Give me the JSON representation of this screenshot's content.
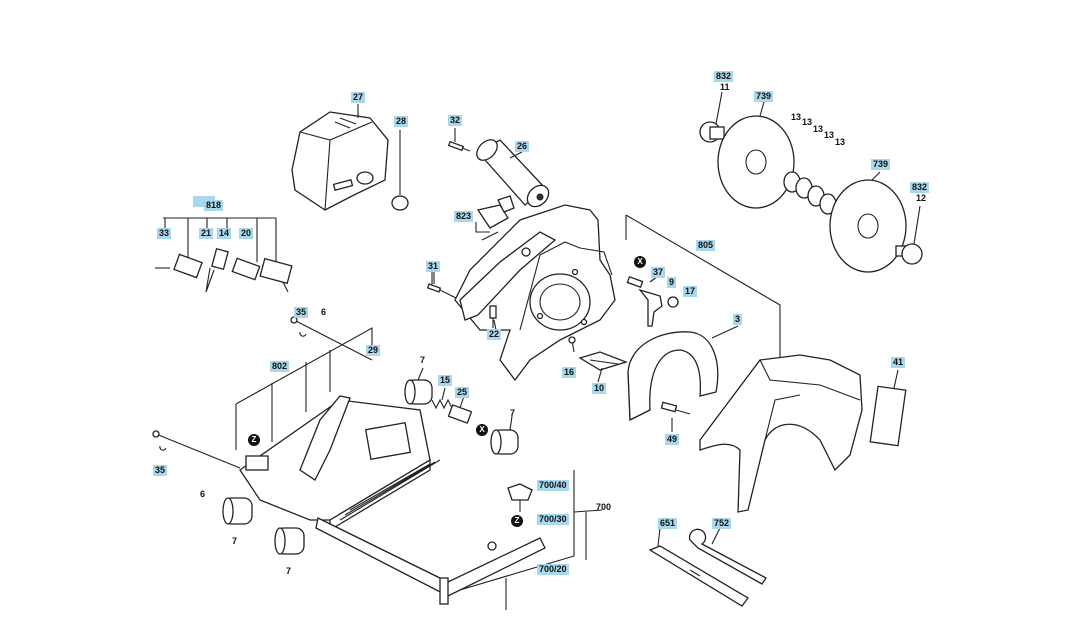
{
  "diagram": {
    "labels": {
      "l27": "27",
      "l28": "28",
      "l32": "32",
      "l26": "26",
      "l818": "818",
      "l33": "33",
      "l21": "21",
      "l14": "14",
      "l20": "20",
      "l823": "823",
      "l31": "31",
      "l805": "805",
      "l37": "37",
      "l9": "9",
      "l17": "17",
      "l22": "22",
      "l16": "16",
      "l10": "10",
      "l3": "3",
      "l49": "49",
      "l41": "41",
      "l832a": "832",
      "l11": "11",
      "l739a": "739",
      "l13a": "13",
      "l13b": "13",
      "l13c": "13",
      "l13d": "13",
      "l13e": "13",
      "l739b": "739",
      "l832b": "832",
      "l12": "12",
      "l35a": "35",
      "l6a": "6",
      "l802": "802",
      "l29": "29",
      "l7a": "7",
      "l15": "15",
      "l25": "25",
      "l7b": "7",
      "l35b": "35",
      "l6b": "6",
      "l7c": "7",
      "l7d": "7",
      "l700_40": "700/40",
      "l700_30": "700/30",
      "l700": "700",
      "l700_20": "700/20",
      "l651": "651",
      "l752": "752"
    },
    "markers": {
      "x1": "X",
      "x2": "X",
      "z1": "Z",
      "z2": "Z"
    }
  }
}
